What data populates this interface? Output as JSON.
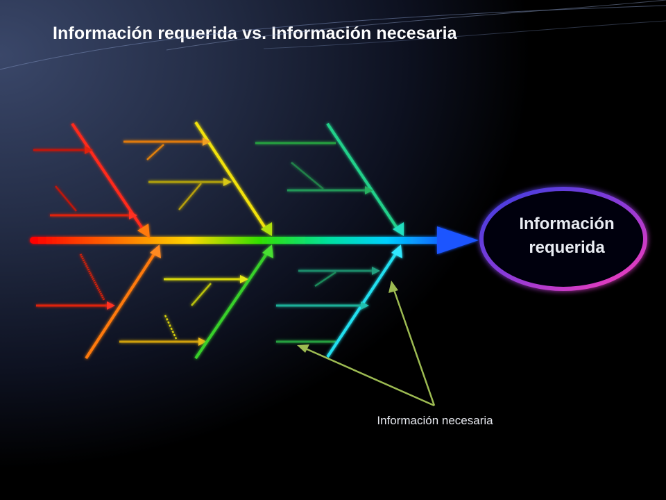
{
  "slide": {
    "title": "Información requerida vs. Información necesaria"
  },
  "diagram": {
    "type": "fishbone",
    "effect": {
      "label_line1": "Información",
      "label_line2": "requerida"
    },
    "causes_annotation": {
      "label": "Información necesaria"
    }
  },
  "colors": {
    "spine_gradient": [
      "#ff0000",
      "#ff7a00",
      "#ffd600",
      "#33e000",
      "#00e0a0",
      "#00d0ff",
      "#0a5fff"
    ],
    "bone_red": "#ff2a1a",
    "bone_orange": "#ff7a10",
    "bone_yellow": "#f2e20a",
    "bone_green": "#38d02a",
    "bone_teal": "#20d08a",
    "bone_cyan": "#20e0f0",
    "annotation_arrow": "#9dbb52",
    "ellipse_outer": "#e03cc8",
    "ellipse_inner": "#3a3fd8"
  }
}
